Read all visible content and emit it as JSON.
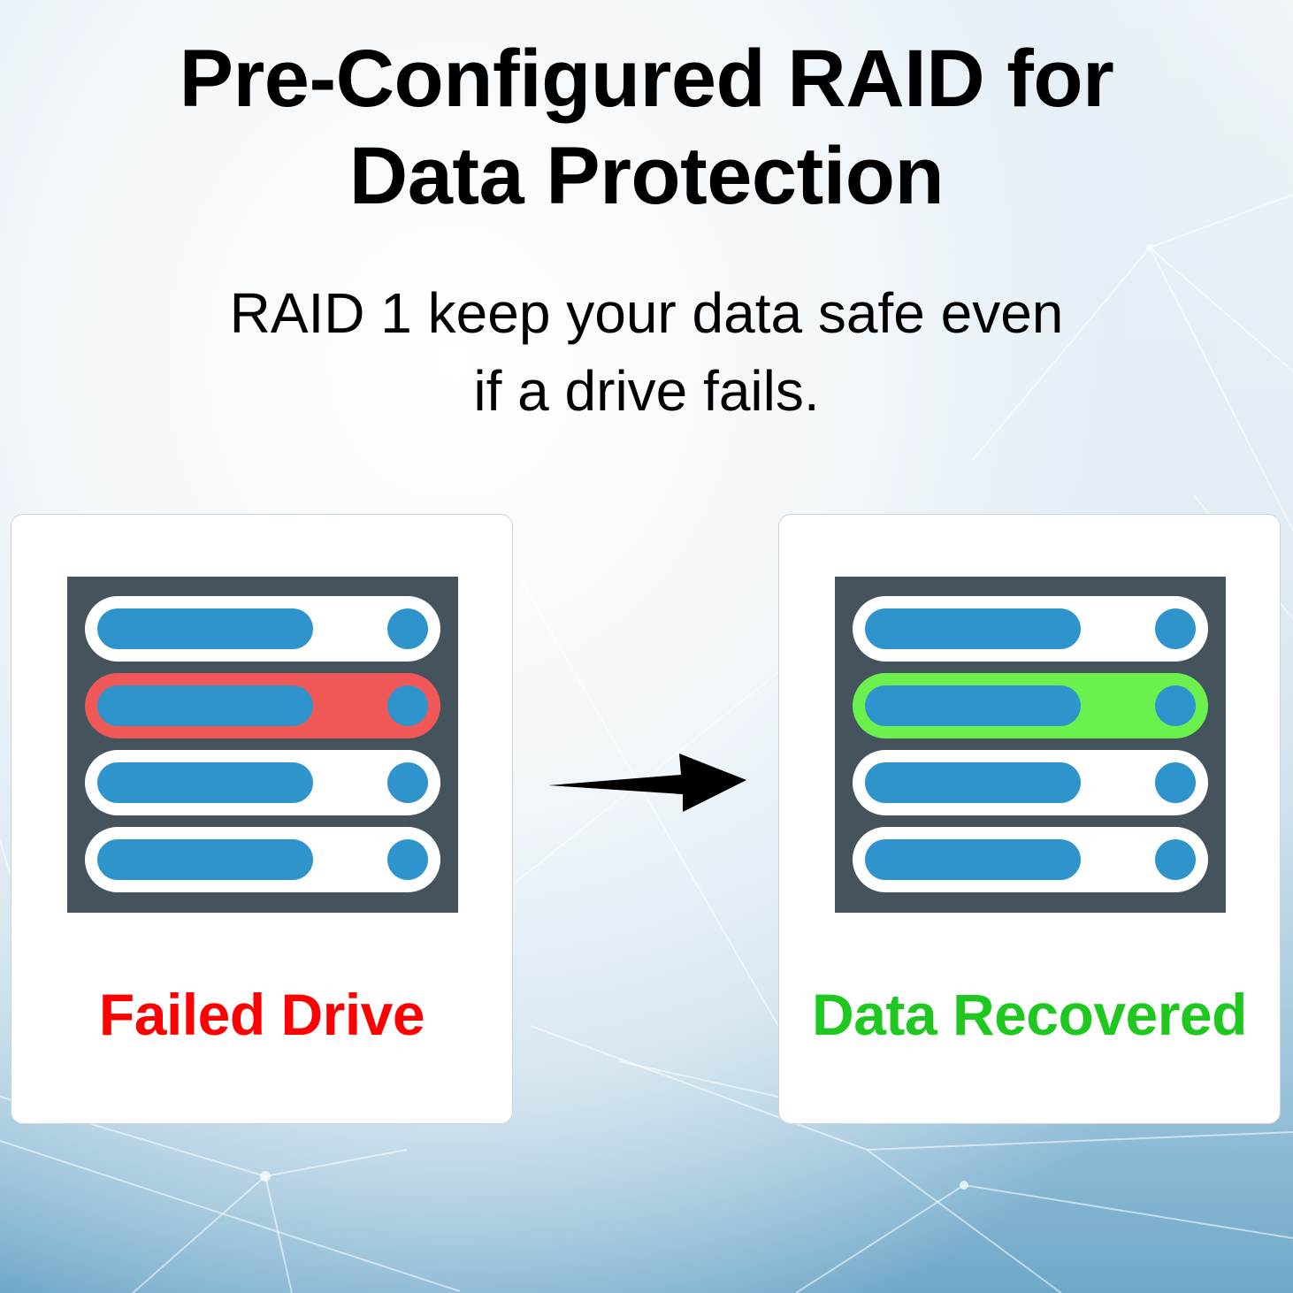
{
  "header": {
    "title_line1": "Pre-Configured RAID for",
    "title_line2": "Data Protection",
    "subtitle_line1": "RAID 1 keep your data safe even",
    "subtitle_line2": "if a drive fails."
  },
  "panels": [
    {
      "label": "Failed Drive",
      "label_color": "#fe0000",
      "highlight_slot": 2,
      "highlight_color": "#f05757",
      "slot_count": 4
    },
    {
      "label": "Data Recovered",
      "label_color": "#1ec81e",
      "highlight_slot": 2,
      "highlight_color": "#6cf04e",
      "slot_count": 4
    }
  ],
  "colors": {
    "rack": "#44535c",
    "drive_bar": "#3094cc",
    "drive_slot": "#ffffff",
    "arrow": "#000000"
  },
  "icons": [
    "server-rack-icon",
    "arrow-right-icon"
  ]
}
